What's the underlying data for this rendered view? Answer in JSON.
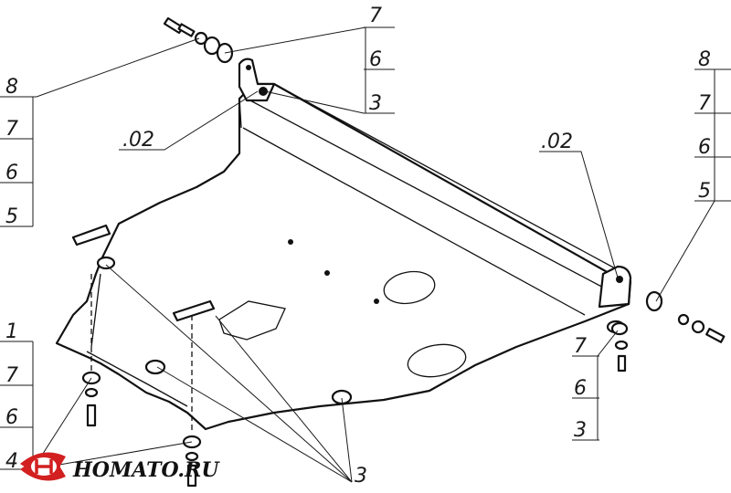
{
  "callouts": {
    "left_stack": [
      "8",
      "7",
      "6",
      "5"
    ],
    "top_stack": [
      "7",
      "6",
      "3"
    ],
    "right_stack": [
      "8",
      "7",
      "6",
      "5"
    ],
    "lower_left_stack": [
      "1",
      "7",
      "6",
      "4"
    ],
    "lower_right_stack": [
      "7",
      "6",
      "3"
    ],
    "bottom_label": "3",
    "left_ref": ".02",
    "right_ref": ".02"
  },
  "logo": {
    "text": "HOMATO.RU",
    "colors": {
      "mark": "#d22020",
      "text": "#111111"
    }
  },
  "colors": {
    "line": "#111111",
    "background": "#ffffff"
  }
}
